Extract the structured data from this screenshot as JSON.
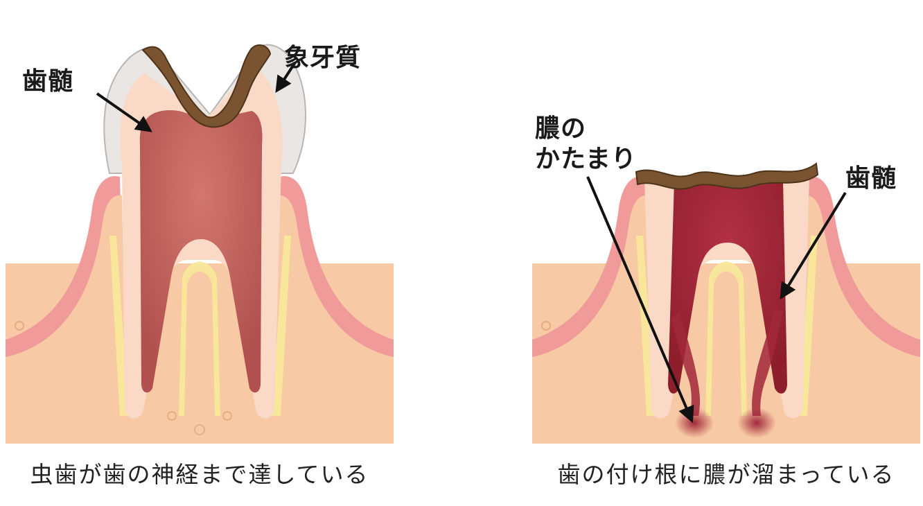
{
  "left_panel": {
    "labels": {
      "pulp": "歯髄",
      "dentin": "象牙質"
    },
    "caption": "虫歯が歯の神経まで達している"
  },
  "right_panel": {
    "labels": {
      "pus_line1": "膿の",
      "pus_line2": "かたまり",
      "pulp": "歯髄"
    },
    "caption": "歯の付け根に膿が溜まっている"
  },
  "colors": {
    "bone": "#f7c9a4",
    "bone_spot": "#e9ad86",
    "gum_outer": "#f09a9a",
    "gum_inner": "#f7b4b0",
    "ligament_yellow": "#f8e79a",
    "dentin": "#fad9c6",
    "enamel": "#e9e6e4",
    "pulp_healthy": "#c7675f",
    "pulp_infected": "#a52638",
    "decay": "#7a5430",
    "arrow": "#111111"
  }
}
